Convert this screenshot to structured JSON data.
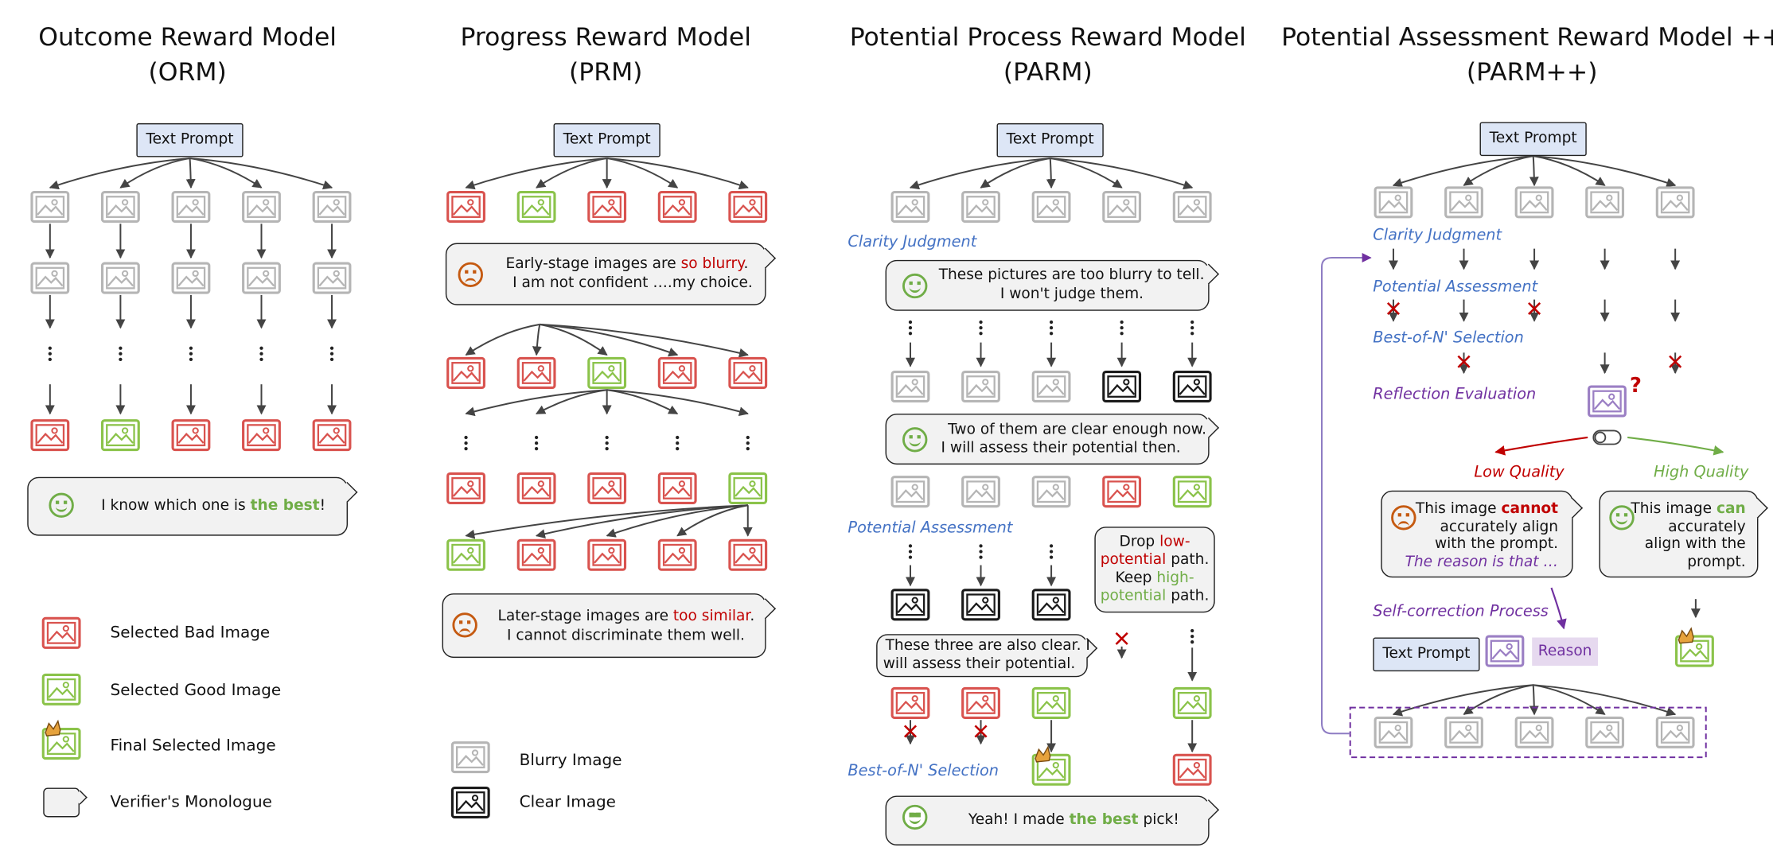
{
  "titles": {
    "orm": [
      "Outcome Reward Model",
      "(ORM)"
    ],
    "prm": [
      "Progress Reward Model",
      "(PRM)"
    ],
    "parm": [
      "Potential Process Reward Model",
      "(PARM)"
    ],
    "parmpp": [
      "Potential Assessment Reward Model ++",
      "(PARM++)"
    ]
  },
  "text_prompt": "Text Prompt",
  "orm_bubble": {
    "pre": "I know which one is ",
    "hl": "the best",
    "post": "!"
  },
  "prm_bubble1": {
    "l1_pre": "Early-stage images  are ",
    "l1_hl": "so blurry",
    "l1_post": ".",
    "l2": "I am not confident ….my choice."
  },
  "prm_bubble2": {
    "l1_pre": "Later-stage images are ",
    "l1_hl": "too similar",
    "l1_post": ".",
    "l2": "I cannot discriminate them well."
  },
  "parm": {
    "clarity_label": "Clarity Judgment",
    "bubble1": [
      "These pictures are too blurry to tell.",
      "I won't judge them."
    ],
    "bubble2": [
      "Two of them are clear enough now.",
      "I will assess their potential then."
    ],
    "potential_label": "Potential Assessment",
    "drop_bubble": {
      "l1a": "Drop ",
      "l1b": "low-",
      "l2a": "potential",
      "l2b": " path.",
      "l3a": "Keep  ",
      "l3b": "high-",
      "l4a": "potential",
      "l4b": " path."
    },
    "bubble3": [
      "These three are also clear. I",
      "will assess their potential."
    ],
    "bon_label": "Best-of-N' Selection",
    "final_bubble": {
      "pre": "Yeah! I made ",
      "hl": "the best",
      "post": " pick!"
    }
  },
  "parmpp": {
    "clarity_label": "Clarity Judgment",
    "potential_label": "Potential Assessment",
    "bon_label": "Best-of-N' Selection",
    "reflection_label": "Reflection Evaluation",
    "question_mark": "?",
    "low_quality": "Low Quality",
    "high_quality": "High Quality",
    "low_bubble": {
      "l1a": "This image ",
      "l1b": "cannot",
      "l2": "accurately align",
      "l3": "with the prompt.",
      "l4": "The reason is that …"
    },
    "high_bubble": {
      "l1a": "This image ",
      "l1b": "can",
      "l2": "accurately",
      "l3": "align with the",
      "l4": "prompt."
    },
    "self_correction_label": "Self-correction Process",
    "reason": "Reason"
  },
  "legend": {
    "bad": "Selected Bad Image",
    "good": "Selected Good Image",
    "final": "Final Selected Image",
    "monologue": "Verifier's Monologue",
    "blurry": "Blurry Image",
    "clear": "Clear Image"
  },
  "colors": {
    "bad": "#d9534f",
    "good": "#8bc34a",
    "blurry": "#b5b5b5",
    "clear": "#1a1a1a",
    "accent_blue": "#4472c4",
    "accent_purple": "#7030a0",
    "accent_red": "#c00000",
    "accent_green": "#70ad47"
  }
}
